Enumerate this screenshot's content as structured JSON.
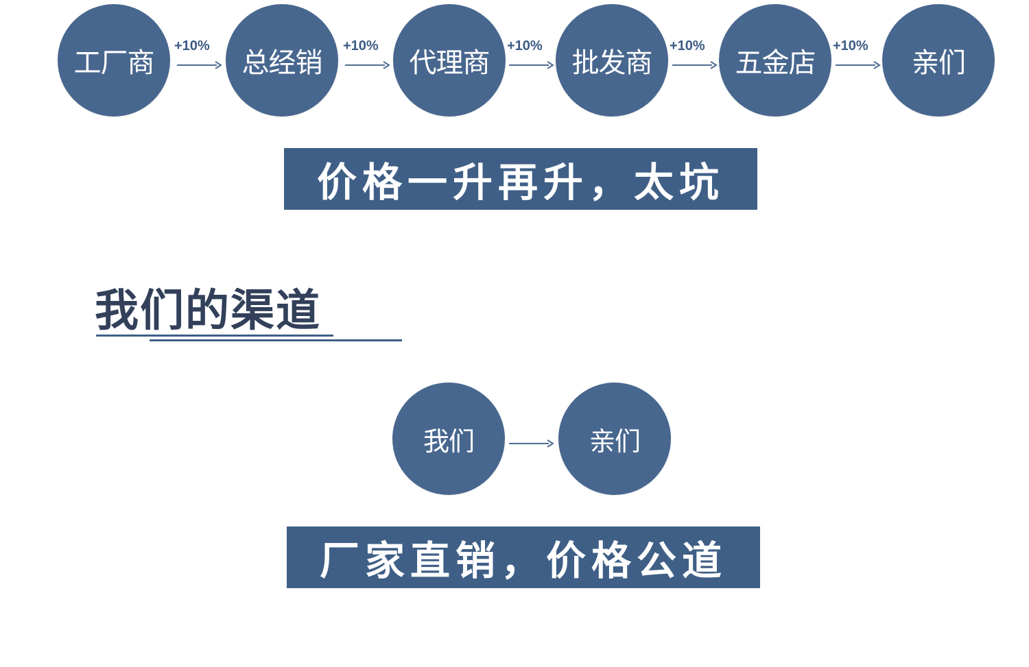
{
  "top_chain": {
    "nodes": [
      "工厂商",
      "总经销",
      "代理商",
      "批发商",
      "五金店",
      "亲们"
    ],
    "markups": [
      "+10%",
      "+10%",
      "+10%",
      "+10%",
      "+10%"
    ]
  },
  "banner_top": "价格一升再升，太坑",
  "section_heading": "我们的渠道",
  "direct_chain": {
    "nodes": [
      "我们",
      "亲们"
    ]
  },
  "banner_bottom": "厂家直销，价格公道",
  "colors": {
    "node": "#48678f",
    "banner": "#3f5f86",
    "markup_text": "#3c5b84"
  }
}
